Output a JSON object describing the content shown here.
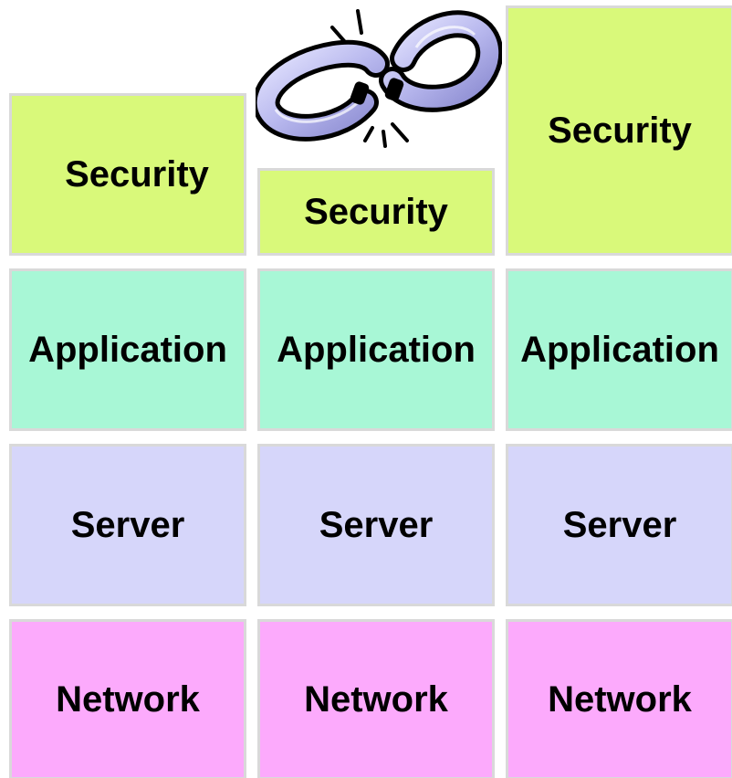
{
  "columns": [
    {
      "security": "Security",
      "application": "Application",
      "server": "Server",
      "network": "Network"
    },
    {
      "security": "Security",
      "application": "Application",
      "server": "Server",
      "network": "Network"
    },
    {
      "security": "Security",
      "application": "Application",
      "server": "Server",
      "network": "Network"
    }
  ],
  "colors": {
    "security": "#d9f97a",
    "application": "#a8f7d6",
    "server": "#d6d6fa",
    "network": "#fcaafc",
    "border": "#d9d9d9"
  },
  "icons": {
    "broken_chain": "broken-chain-icon"
  }
}
